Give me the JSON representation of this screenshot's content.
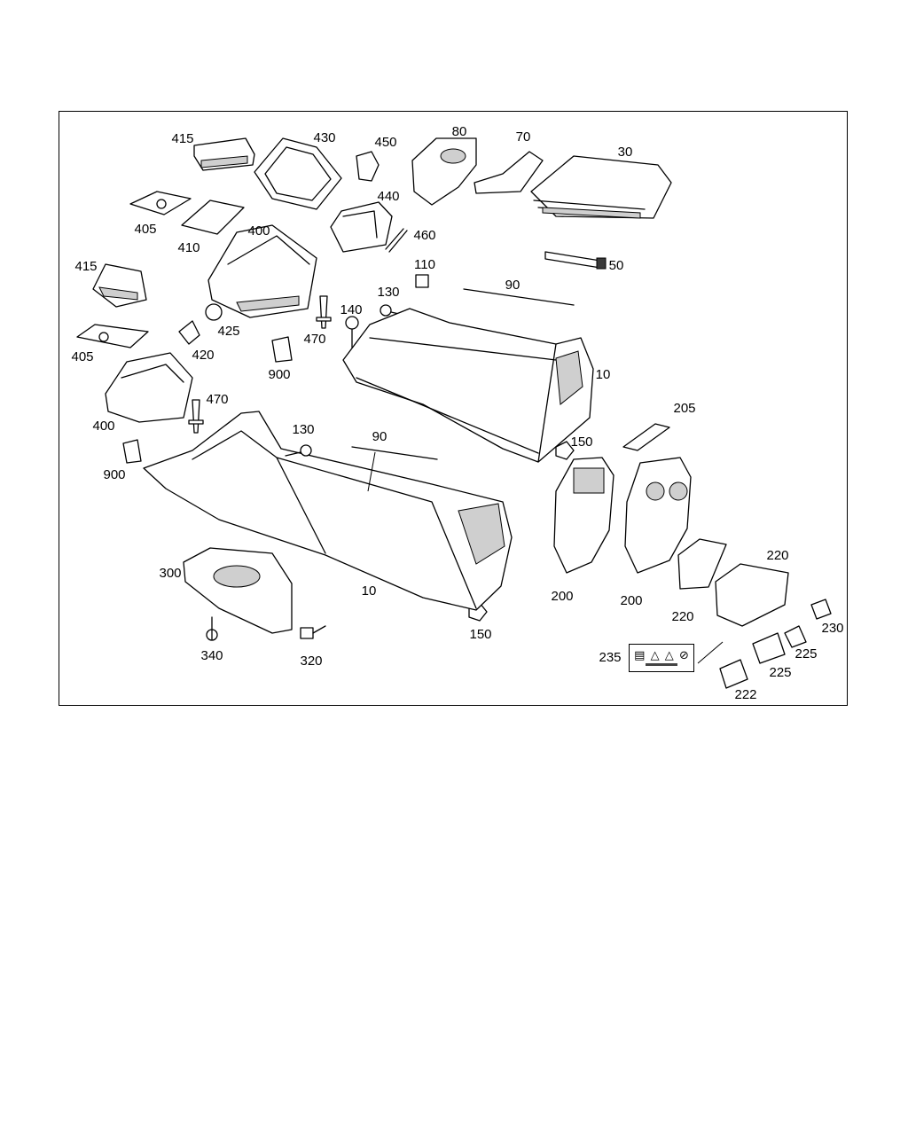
{
  "diagram": {
    "callouts": [
      {
        "key": "c30",
        "text": "30"
      },
      {
        "key": "c50",
        "text": "50"
      },
      {
        "key": "c70",
        "text": "70"
      },
      {
        "key": "c80",
        "text": "80"
      },
      {
        "key": "c90a",
        "text": "90"
      },
      {
        "key": "c90b",
        "text": "90"
      },
      {
        "key": "c10a",
        "text": "10"
      },
      {
        "key": "c10b",
        "text": "10"
      },
      {
        "key": "c110",
        "text": "110"
      },
      {
        "key": "c130a",
        "text": "130"
      },
      {
        "key": "c130b",
        "text": "130"
      },
      {
        "key": "c140",
        "text": "140"
      },
      {
        "key": "c150a",
        "text": "150"
      },
      {
        "key": "c150b",
        "text": "150"
      },
      {
        "key": "c200a",
        "text": "200"
      },
      {
        "key": "c200b",
        "text": "200"
      },
      {
        "key": "c205",
        "text": "205"
      },
      {
        "key": "c220a",
        "text": "220"
      },
      {
        "key": "c220b",
        "text": "220"
      },
      {
        "key": "c222",
        "text": "222"
      },
      {
        "key": "c225a",
        "text": "225"
      },
      {
        "key": "c225b",
        "text": "225"
      },
      {
        "key": "c230",
        "text": "230"
      },
      {
        "key": "c235",
        "text": "235"
      },
      {
        "key": "c300",
        "text": "300"
      },
      {
        "key": "c320",
        "text": "320"
      },
      {
        "key": "c340",
        "text": "340"
      },
      {
        "key": "c400a",
        "text": "400"
      },
      {
        "key": "c400b",
        "text": "400"
      },
      {
        "key": "c405a",
        "text": "405"
      },
      {
        "key": "c405b",
        "text": "405"
      },
      {
        "key": "c410",
        "text": "410"
      },
      {
        "key": "c415a",
        "text": "415"
      },
      {
        "key": "c415b",
        "text": "415"
      },
      {
        "key": "c420",
        "text": "420"
      },
      {
        "key": "c425",
        "text": "425"
      },
      {
        "key": "c430",
        "text": "430"
      },
      {
        "key": "c440",
        "text": "440"
      },
      {
        "key": "c450",
        "text": "450"
      },
      {
        "key": "c460",
        "text": "460"
      },
      {
        "key": "c470a",
        "text": "470"
      },
      {
        "key": "c470b",
        "text": "470"
      },
      {
        "key": "c900a",
        "text": "900"
      },
      {
        "key": "c900b",
        "text": "900"
      }
    ],
    "warning_label": {
      "icons": [
        "warning-book-icon",
        "warning-triangle-icon",
        "warning-triangle-icon",
        "prohibited-icon"
      ]
    }
  }
}
